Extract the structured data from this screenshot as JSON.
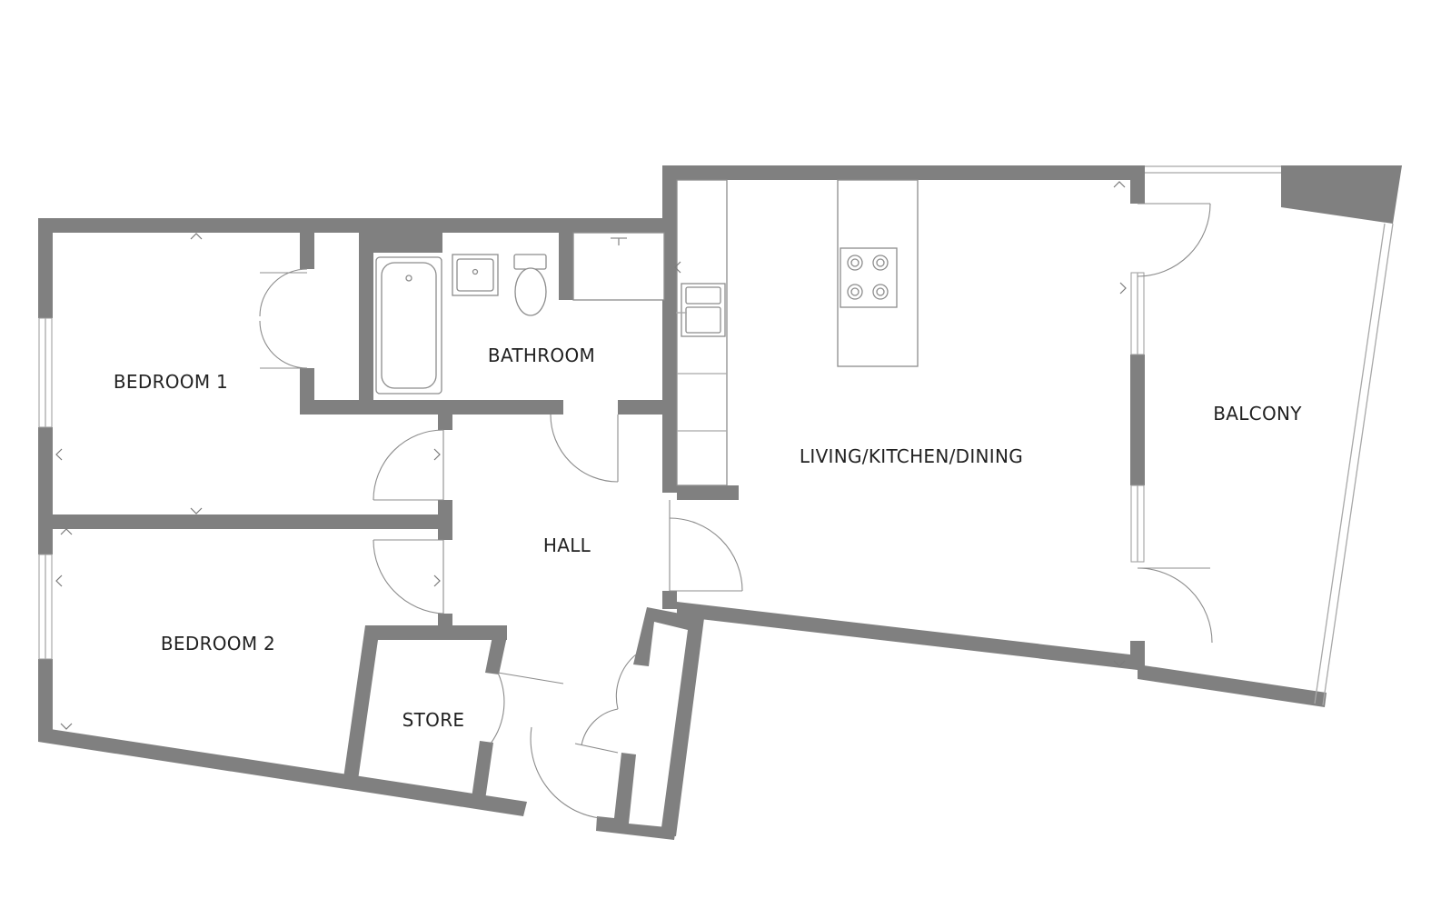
{
  "rooms": {
    "bedroom1": "BEDROOM 1",
    "bedroom2": "BEDROOM 2",
    "bathroom": "BATHROOM",
    "hall": "HALL",
    "store": "STORE",
    "living": "LIVING/KITCHEN/DINING",
    "balcony": "BALCONY"
  },
  "colors": {
    "wall": "#808080",
    "fixture": "#8c8c8c",
    "background": "#ffffff",
    "text": "#222222"
  }
}
